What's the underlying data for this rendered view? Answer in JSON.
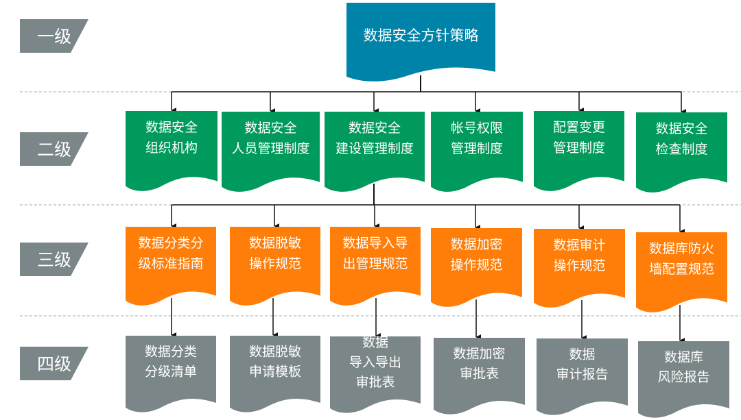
{
  "colors": {
    "level_tag": "#7a8687",
    "root": "#0083a8",
    "level2": "#009a5c",
    "level3": "#ff7e0a",
    "level4": "#7a8687",
    "connector": "#111111",
    "separator": "#a8a8a8",
    "text": "#ffffff"
  },
  "levels": [
    {
      "label": "一级"
    },
    {
      "label": "二级"
    },
    {
      "label": "三级"
    },
    {
      "label": "四级"
    }
  ],
  "root": {
    "lines": [
      "数据安全方针策略"
    ]
  },
  "level2": [
    {
      "lines": [
        "数据安全",
        "组织机构"
      ]
    },
    {
      "lines": [
        "数据安全",
        "人员管理制度"
      ]
    },
    {
      "lines": [
        "数据安全",
        "建设管理制度"
      ]
    },
    {
      "lines": [
        "帐号权限",
        "管理制度"
      ]
    },
    {
      "lines": [
        "配置变更",
        "管理制度"
      ]
    },
    {
      "lines": [
        "数据安全",
        "检查制度"
      ]
    }
  ],
  "level3": [
    {
      "lines": [
        "数据分类分",
        "级标准指南"
      ]
    },
    {
      "lines": [
        "数据脱敏",
        "操作规范"
      ]
    },
    {
      "lines": [
        "数据导入导",
        "出管理规范"
      ]
    },
    {
      "lines": [
        "数据加密",
        "操作规范"
      ]
    },
    {
      "lines": [
        "数据审计",
        "操作规范"
      ]
    },
    {
      "lines": [
        "数据库防火",
        "墙配置规范"
      ]
    }
  ],
  "level4": [
    {
      "lines": [
        "数据分类",
        "分级清单"
      ]
    },
    {
      "lines": [
        "数据脱敏",
        "申请模板"
      ]
    },
    {
      "lines": [
        "数据",
        "导入导出",
        "审批表"
      ]
    },
    {
      "lines": [
        "数据加密",
        "审批表"
      ]
    },
    {
      "lines": [
        "数据",
        "审计报告"
      ]
    },
    {
      "lines": [
        "数据库",
        "风险报告"
      ]
    }
  ]
}
